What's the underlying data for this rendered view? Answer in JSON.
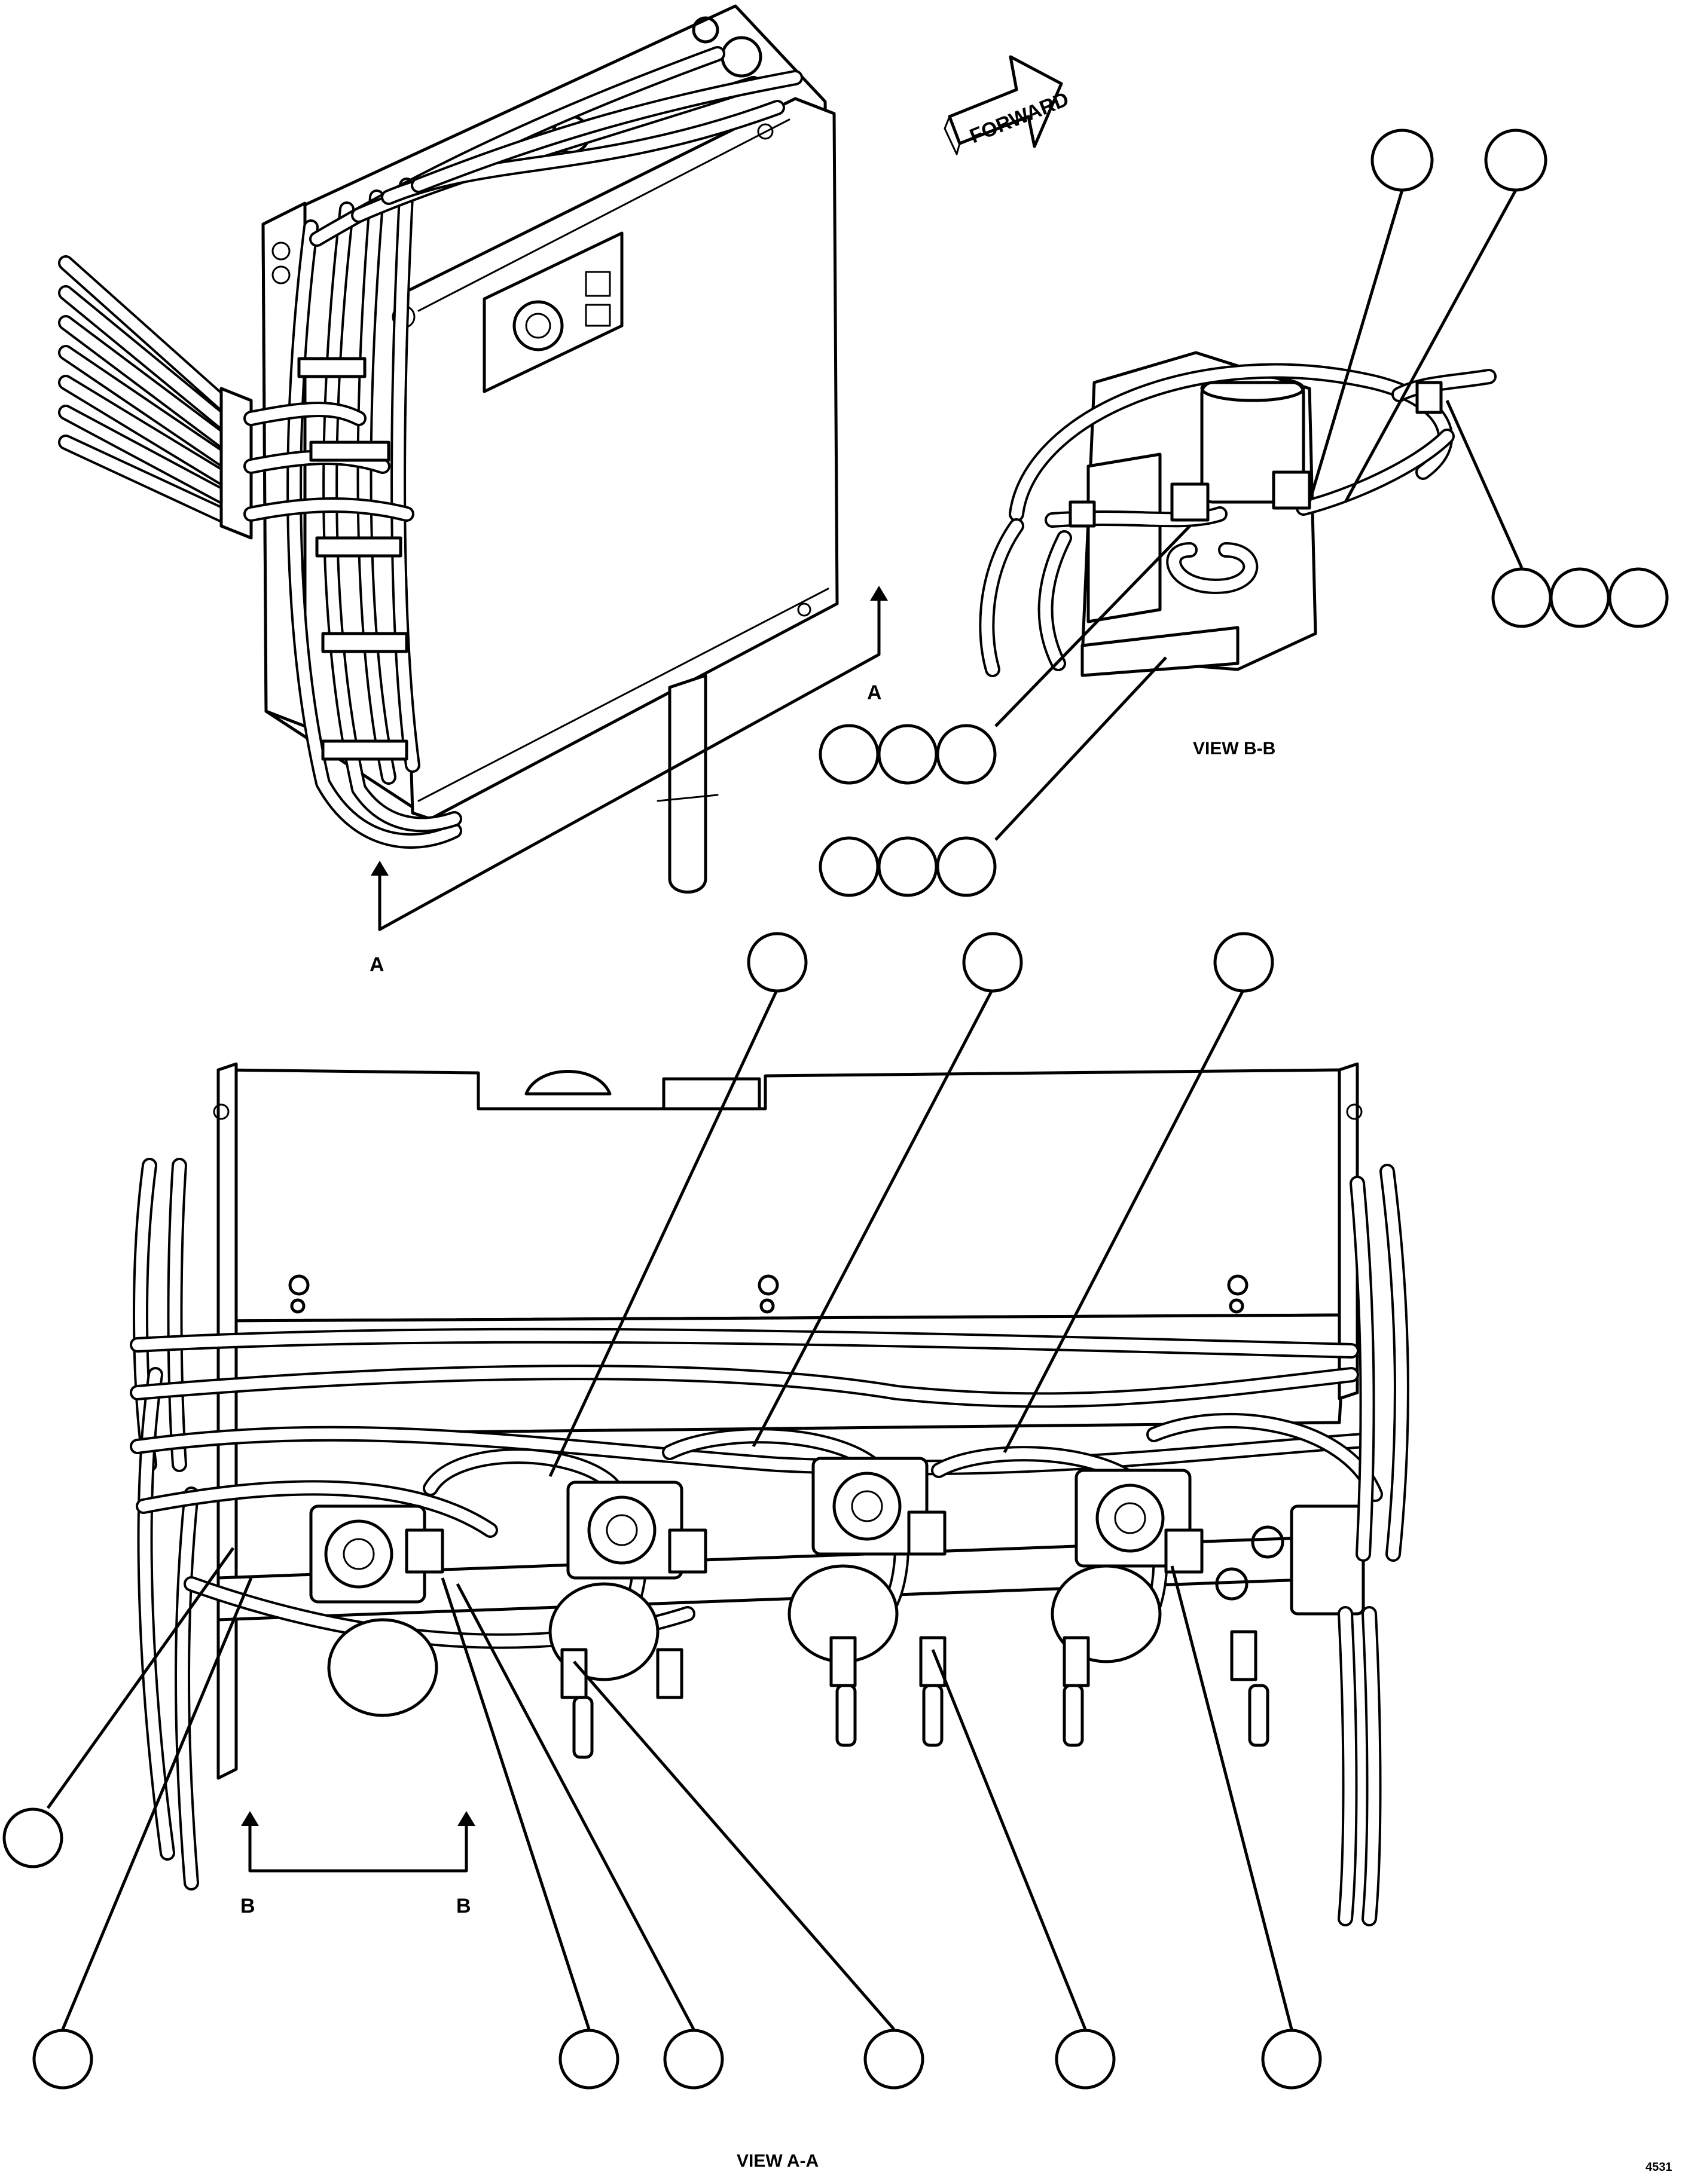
{
  "labels": {
    "forward": "FORWARD",
    "section_a_top": "A",
    "section_a_left": "A",
    "section_b_left": "B",
    "section_b_right": "B",
    "view_bb": "VIEW B-B",
    "view_aa": "VIEW A-A",
    "figure_id": "4531"
  },
  "callouts_note": ""
}
